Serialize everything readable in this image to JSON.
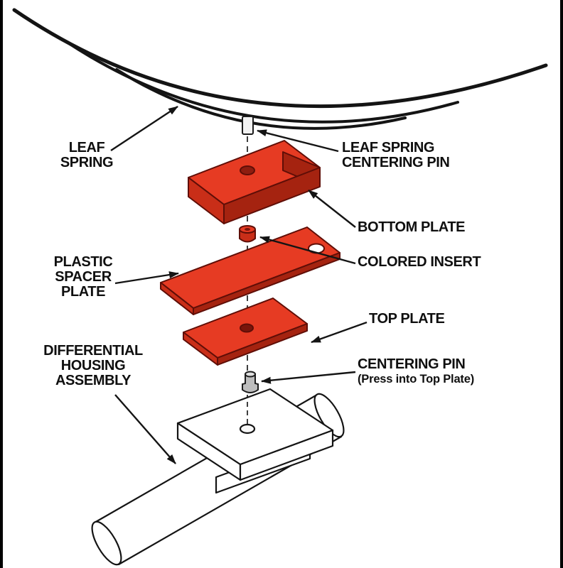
{
  "colors": {
    "part_red": "#e63b23",
    "part_red_shade": "#c92e18",
    "part_red_deep": "#a52310",
    "ink": "#141414"
  },
  "labels": {
    "leaf_spring": {
      "lines": [
        "LEAF",
        "SPRING"
      ]
    },
    "leaf_spring_centering_pin": {
      "lines": [
        "LEAF SPRING",
        "CENTERING PIN"
      ]
    },
    "bottom_plate": {
      "lines": [
        "BOTTOM PLATE"
      ]
    },
    "colored_insert": {
      "lines": [
        "COLORED INSERT"
      ]
    },
    "plastic_spacer_plate": {
      "lines": [
        "PLASTIC",
        "SPACER",
        "PLATE"
      ]
    },
    "top_plate": {
      "lines": [
        "TOP PLATE"
      ]
    },
    "centering_pin": {
      "lines": [
        "CENTERING PIN",
        "(Press into Top Plate)"
      ]
    },
    "differential_housing_assembly": {
      "lines": [
        "DIFFERENTIAL",
        "HOUSING",
        "ASSEMBLY"
      ]
    }
  }
}
